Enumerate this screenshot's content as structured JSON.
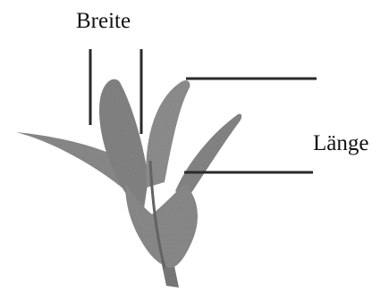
{
  "diagram": {
    "subject": "leaf",
    "labels": {
      "width": "Breite",
      "length": "Länge"
    },
    "colors": {
      "leaf_fill": "#8f8f8f",
      "leaf_dark": "#5a5a5a",
      "line": "#2a2a2a",
      "text": "#111111"
    }
  }
}
